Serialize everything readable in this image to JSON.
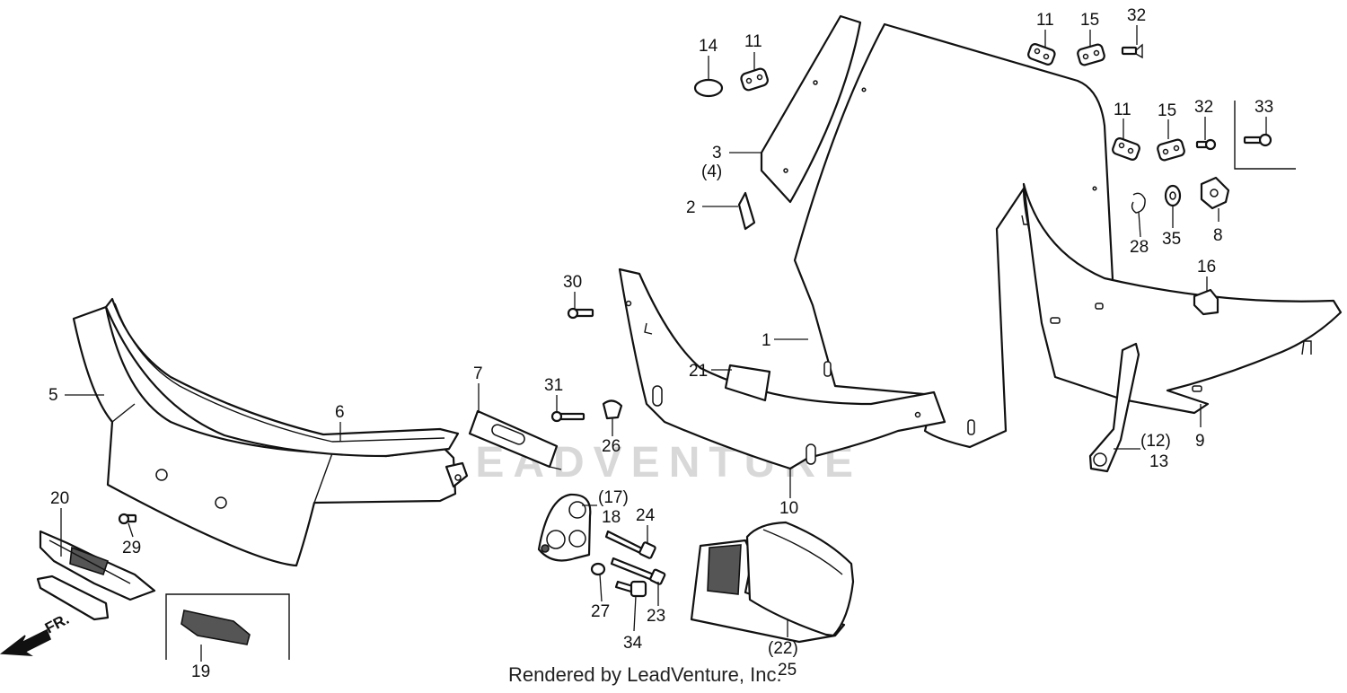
{
  "callouts": {
    "c1": "1",
    "c2": "2",
    "c3": "3",
    "c4": "(4)",
    "c5": "5",
    "c6": "6",
    "c7": "7",
    "c8": "8",
    "c9": "9",
    "c10": "10",
    "c11a": "11",
    "c11b": "11",
    "c11c": "11",
    "c12": "(12)",
    "c13": "13",
    "c14": "14",
    "c15a": "15",
    "c15b": "15",
    "c16": "16",
    "c17": "(17)",
    "c18": "18",
    "c19": "19",
    "c20": "20",
    "c21": "21",
    "c22": "(22)",
    "c23": "23",
    "c24": "24",
    "c25": "25",
    "c26": "26",
    "c27": "27",
    "c28": "28",
    "c29": "29",
    "c30": "30",
    "c31": "31",
    "c32a": "32",
    "c32b": "32",
    "c33": "33",
    "c34": "34",
    "c35": "35"
  },
  "direction_label": "FR.",
  "credit": "Rendered by LeadVenture, Inc.",
  "watermark": "LEADVENTURE"
}
